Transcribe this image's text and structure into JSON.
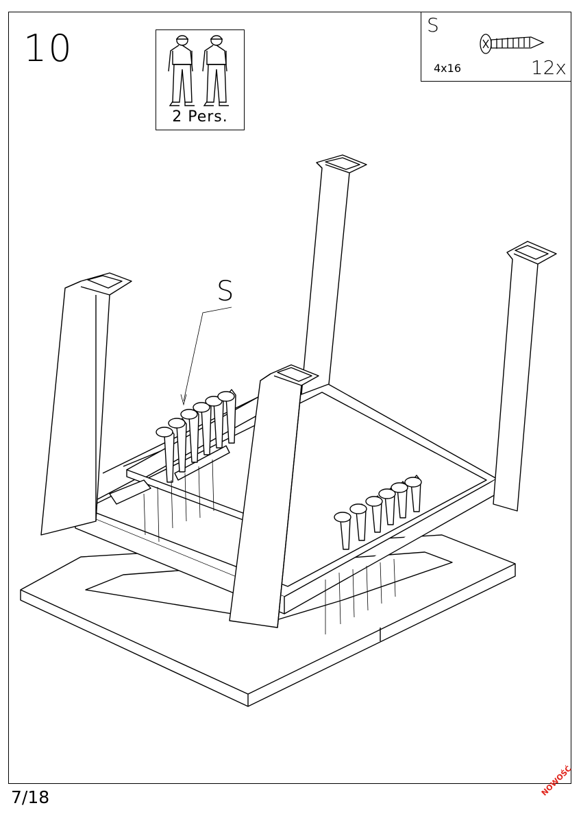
{
  "step": {
    "number": "10"
  },
  "persons": {
    "label": "2 Pers."
  },
  "parts": {
    "code": "S",
    "size": "4x16",
    "quantity": "12x"
  },
  "callout": {
    "label": "S"
  },
  "footer": {
    "page": "7/18",
    "watermark": "NOWOŚĆ"
  }
}
